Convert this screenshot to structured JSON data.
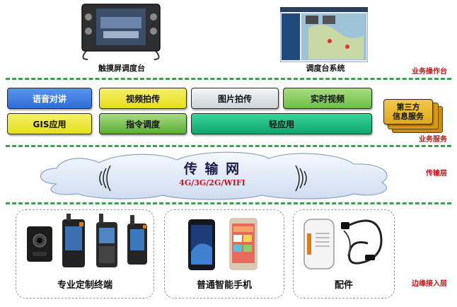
{
  "layers": {
    "operation": "业务操作台",
    "service": "业务服务",
    "transport": "传输层",
    "edge": "边缘接入层"
  },
  "operation": {
    "touch_console": "触摸屏调度台",
    "dispatch_system": "调度台系统"
  },
  "services": {
    "voice": "语音对讲",
    "video_capture": "视频拍传",
    "photo_capture": "图片拍传",
    "live_video": "实时视频",
    "gis": "GIS应用",
    "command": "指令调度",
    "light_app": "轻应用",
    "third_party": "第三方\n信息服务"
  },
  "network": {
    "title": "传 输 网",
    "subtitle": "4G/3G/2G/WIFI"
  },
  "edge": {
    "custom_terminal": "专业定制终端",
    "smartphone": "普通智能手机",
    "accessory": "配件"
  },
  "colors": {
    "blue": "#2e6ed6",
    "yellow": "#e6e01a",
    "gray": "#d9dde0",
    "green": "#6cbf46",
    "teal": "#12b27a",
    "gold": "#e0a81c",
    "divider": "#3aa24a",
    "layer_label": "#c0161c"
  }
}
